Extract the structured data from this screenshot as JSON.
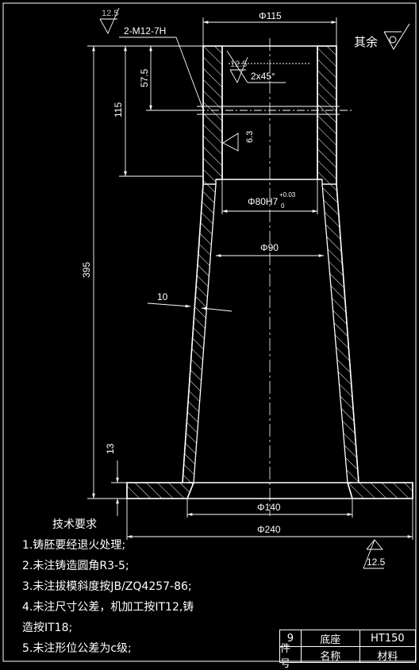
{
  "dimensions": {
    "d115": "Φ115",
    "thread": "2-M12-7H",
    "chamfer": "2x45°",
    "h575": "57.5",
    "h115": "115",
    "h395": "395",
    "h13": "13",
    "bore": "Φ80H7",
    "bore_tol_upper": "+0.03",
    "bore_tol_lower": "0",
    "d90": "Φ90",
    "wall": "10",
    "d140": "Φ140",
    "d240": "Φ240"
  },
  "roughness": {
    "top": "12.5",
    "inner": "12.5",
    "bore": "6.3",
    "bottom": "12.5"
  },
  "rest_label": "其余",
  "notes": {
    "title": "技术要求",
    "items": [
      "1.铸胚要经退火处理;",
      "2.未注铸造圆角R3-5;",
      "3.未注拔模斜度按JB/ZQ4257-86;",
      "4.未注尺寸公差，机加工按IT12,铸",
      "造按IT18;",
      "5.未注形位公差为c级;"
    ]
  },
  "title_block": {
    "part_no": "9",
    "name": "底座",
    "material": "HT150",
    "h_part_no": "件号",
    "h_name": "名称",
    "h_material": "材料"
  },
  "colors": {
    "background": "#000000",
    "lines": "#ffffff"
  }
}
